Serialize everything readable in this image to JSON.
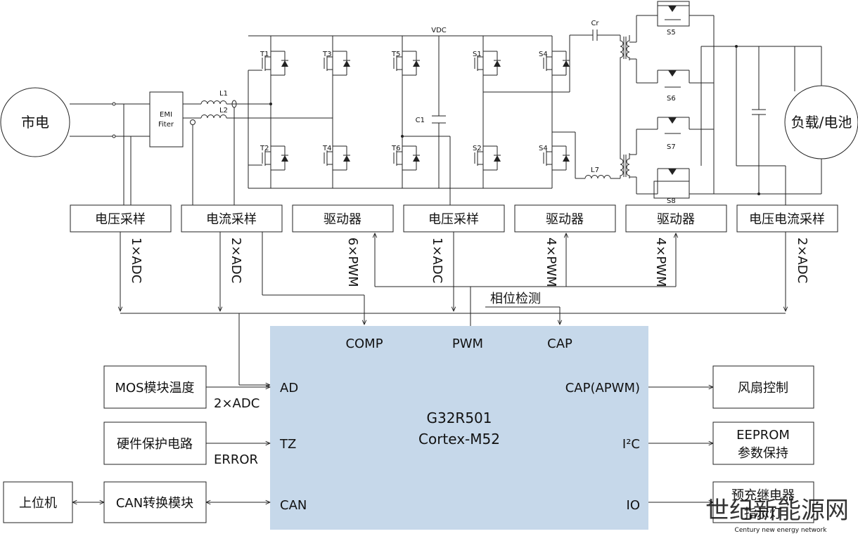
{
  "grid_label": "市电",
  "load_label": "负载/电池",
  "emi": {
    "line1": "EMI",
    "line2": "Fiter"
  },
  "inductors": {
    "l1": "L1",
    "l2": "L2",
    "l7": "L7"
  },
  "capacitors": {
    "c1": "C1",
    "cr": "Cr"
  },
  "bus_label": "VDC",
  "switches": {
    "t1": "T1",
    "t2": "T2",
    "t3": "T3",
    "t4": "T4",
    "t5": "T5",
    "t6": "T6",
    "s1": "S1",
    "s2": "S2",
    "s4a": "S4",
    "s4b": "S4",
    "s5": "S5",
    "s6": "S6",
    "s7": "S7",
    "s8": "S8"
  },
  "blocks": {
    "voltage_sample_1": "电压采样",
    "current_sample": "电流采样",
    "driver_1": "驱动器",
    "voltage_sample_2": "电压采样",
    "driver_2": "驱动器",
    "driver_3": "驱动器",
    "vi_sample": "电压电流采样"
  },
  "signals": {
    "adc1": "1×ADC",
    "adc2": "2×ADC",
    "pwm6": "6×PWM",
    "adc3": "1×ADC",
    "pwm4a": "4×PWM",
    "pwm4b": "4×PWM",
    "adc4": "2×ADC",
    "phase_detect": "相位检测"
  },
  "mcu": {
    "name": "G32R501",
    "core": "Cortex-M52",
    "pins": {
      "comp": "COMP",
      "pwm": "PWM",
      "cap": "CAP",
      "ad": "AD",
      "tz": "TZ",
      "can": "CAN",
      "capapwm": "CAP(APWM)",
      "i2c": "I²C",
      "io": "IO"
    },
    "color": "#c6d8ea"
  },
  "left_blocks": {
    "mos_temp": "MOS模块温度",
    "hw_protect": "硬件保护电路",
    "can_module": "CAN转换模块",
    "host": "上位机",
    "adc_label": "2×ADC",
    "error_label": "ERROR"
  },
  "right_blocks": {
    "fan": "风扇控制",
    "eeprom_1": "EEPROM",
    "eeprom_2": "参数保持",
    "relay_1": "预充继电器",
    "relay_2": "指示灯"
  },
  "watermark": {
    "main": "世纪新能源网",
    "sub": "Century new energy network"
  }
}
